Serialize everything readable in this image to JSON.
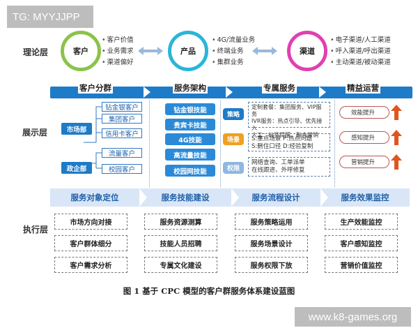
{
  "watermark_top": "TG: MYYJJPP",
  "watermark_bottom": "www.k8-games.org",
  "layers": {
    "theory": "理论层",
    "display": "展示层",
    "execution": "执行层"
  },
  "theory": {
    "circles": [
      "客户",
      "产品",
      "渠道"
    ],
    "customer_items": [
      "客户价值",
      "业务需求",
      "渠道偏好"
    ],
    "product_items": [
      "4G/流量业务",
      "终端业务",
      "集群业务"
    ],
    "channel_items": [
      "电子渠道/人工渠道",
      "呼入渠道/呼出渠道",
      "主动渠道/被动渠道"
    ],
    "colors": {
      "customer": "#8bc34a",
      "product": "#29b6d8",
      "channel": "#e040b0"
    }
  },
  "banner": {
    "titles": [
      "客户分群",
      "服务架构",
      "专属服务",
      "精益运营"
    ],
    "color": "#1e7bc8"
  },
  "grouping": {
    "dept1": "市场部",
    "dept2": "政企部",
    "segments": [
      "钻金银客户",
      "集团客户",
      "信用卡客户",
      "流量客户",
      "校园客户"
    ]
  },
  "tech": [
    "钻金银技能",
    "贵宾卡技能",
    "4G技能",
    "高流量技能",
    "校园网技能"
  ],
  "service": {
    "badges": [
      "策略",
      "场景",
      "权限"
    ],
    "box1": [
      "定制套餐：集团服务、VIP服务",
      "IVR服务：热点引导、优先接入",
      "人工：标签提醒、融合营销"
    ],
    "box2": [
      "S:重点场景  P:热点问题",
      "S:删住口径  D:经验复制"
    ],
    "box3": [
      "网络查询、工单派单",
      "在线跟进、外呼修复"
    ]
  },
  "ops": [
    "效能提升",
    "感知提升",
    "营销提升"
  ],
  "execution": {
    "heads": [
      "服务对象定位",
      "服务技能建设",
      "服务流程设计",
      "服务效果监控"
    ],
    "col1": [
      "市场方向对接",
      "客户群体细分",
      "客户需求分析"
    ],
    "col2": [
      "服务资源测算",
      "技能人员招聘",
      "专属文化建设"
    ],
    "col3": [
      "服务策略运用",
      "服务场景设计",
      "服务权限下放"
    ],
    "col4": [
      "生产效能监控",
      "客户感知监控",
      "营销价值监控"
    ]
  },
  "caption": "图 1  基于 CPC 模型的客户群服务体系建设蓝图"
}
